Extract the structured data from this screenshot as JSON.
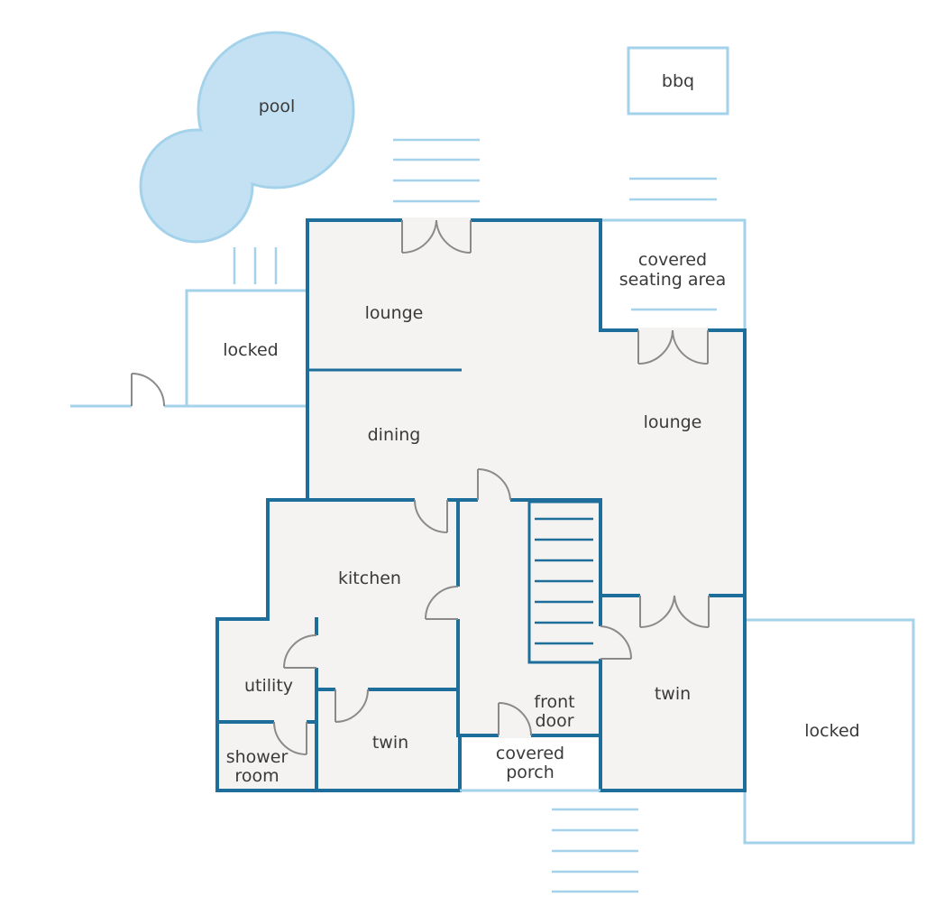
{
  "rooms": {
    "pool": "pool",
    "bbq": "bbq",
    "covered_seating": [
      "covered",
      "seating area"
    ],
    "lounge_upper": "lounge",
    "locked_left": "locked",
    "dining": "dining",
    "lounge_right": "lounge",
    "kitchen": "kitchen",
    "utility": "utility",
    "shower_room": [
      "shower",
      "room"
    ],
    "twin_center": "twin",
    "front_door": [
      "front",
      "door"
    ],
    "covered_porch": [
      "covered",
      "porch"
    ],
    "twin_right": "twin",
    "locked_right": "locked"
  },
  "colors": {
    "wall": "#1d6e9a",
    "outdoor": "#a3d2ea",
    "floor": "#f4f3f2",
    "pool_fill": "#c3e1f3",
    "door": "#8a8a8a",
    "text": "#3a3a3a"
  }
}
